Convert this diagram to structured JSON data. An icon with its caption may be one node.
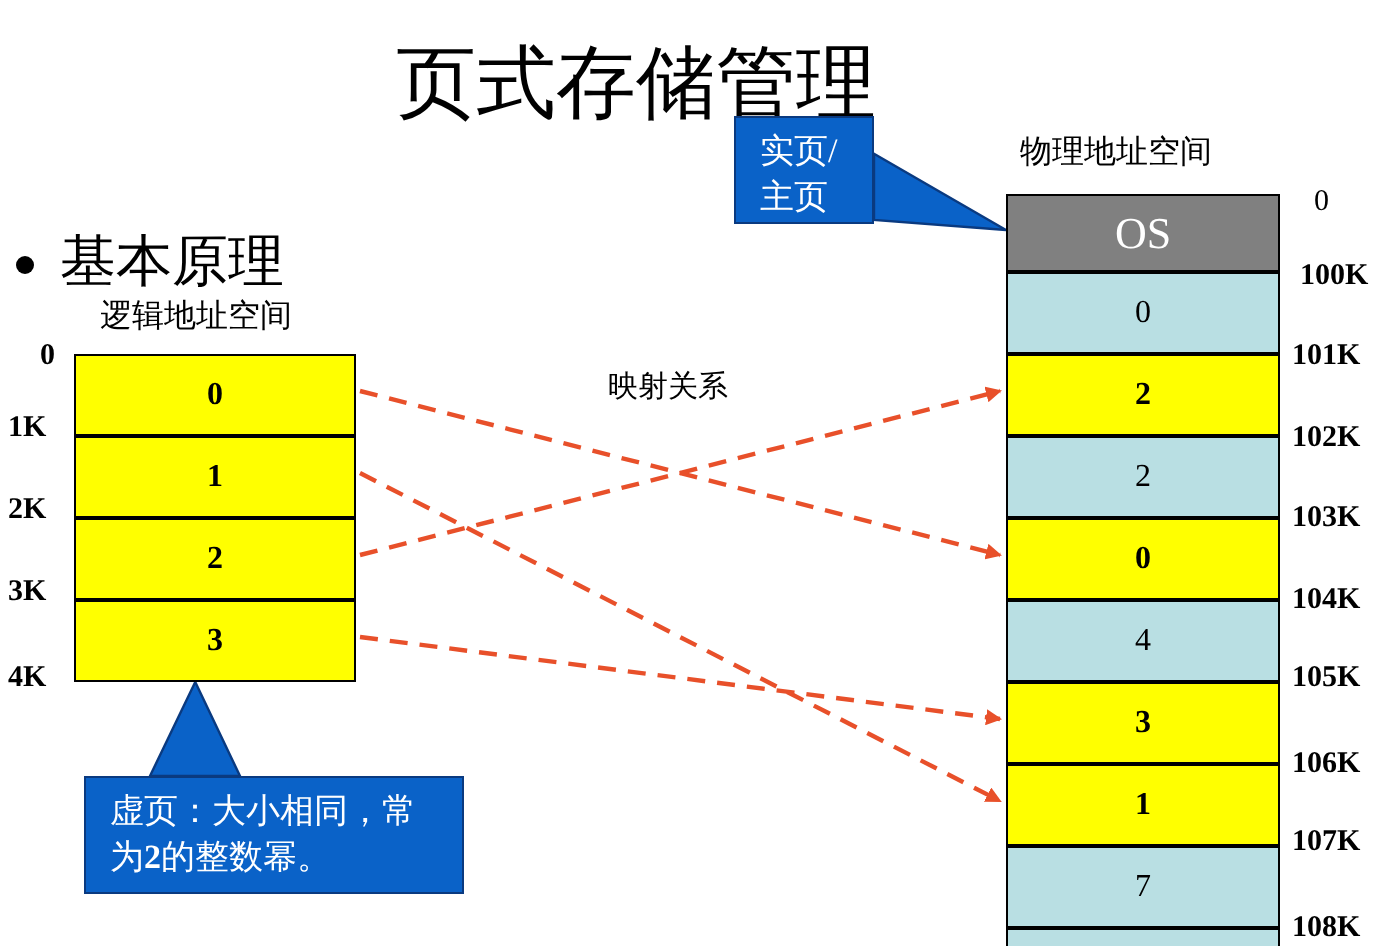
{
  "diagram": {
    "title": "页式存储管理",
    "nodes": [
      {
        "text": [
          "0"
        ]
      },
      {
        "text": [
          "1"
        ]
      },
      {
        "text": [
          "2"
        ]
      },
      {
        "text": [
          "3"
        ]
      },
      {
        "text": [
          "OS"
        ]
      },
      {
        "text": [
          "0"
        ]
      },
      {
        "text": [
          "2"
        ]
      },
      {
        "text": [
          "2"
        ]
      },
      {
        "text": [
          "0"
        ]
      },
      {
        "text": [
          "4"
        ]
      },
      {
        "text": [
          "3"
        ]
      },
      {
        "text": [
          "1"
        ]
      },
      {
        "text": [
          "7"
        ]
      },
      {
        "text": [],
        "shape": "box"
      },
      {
        "text": [
          "虚页：大小相同，常为**2**的整数幂。"
        ]
      },
      {
        "text": [
          "实页/主页"
        ]
      }
    ],
    "edges": [
      {
        "from": 0,
        "to": 8,
        "arrow": "to",
        "style": "dashed",
        "color": "#e8502a"
      },
      {
        "from": 1,
        "to": 11,
        "arrow": "to",
        "style": "dashed",
        "color": "#e8502a"
      },
      {
        "from": 2,
        "to": 6,
        "arrow": "to",
        "style": "dashed",
        "color": "#e8502a"
      },
      {
        "from": 3,
        "to": 10,
        "arrow": "to",
        "style": "dashed",
        "color": "#e8502a"
      },
      {
        "from": 14,
        "to": 3,
        "arrow": "to"
      },
      {
        "from": 15,
        "to": 4,
        "arrow": "to"
      }
    ],
    "labels": [
      "基本原理",
      "逻辑地址空间",
      "物理地址空间",
      "映射关系",
      "0",
      "1K",
      "2K",
      "3K",
      "4K",
      "0",
      "100K",
      "101K",
      "102K",
      "103K",
      "104K",
      "105K",
      "106K",
      "107K",
      "108K"
    ]
  }
}
